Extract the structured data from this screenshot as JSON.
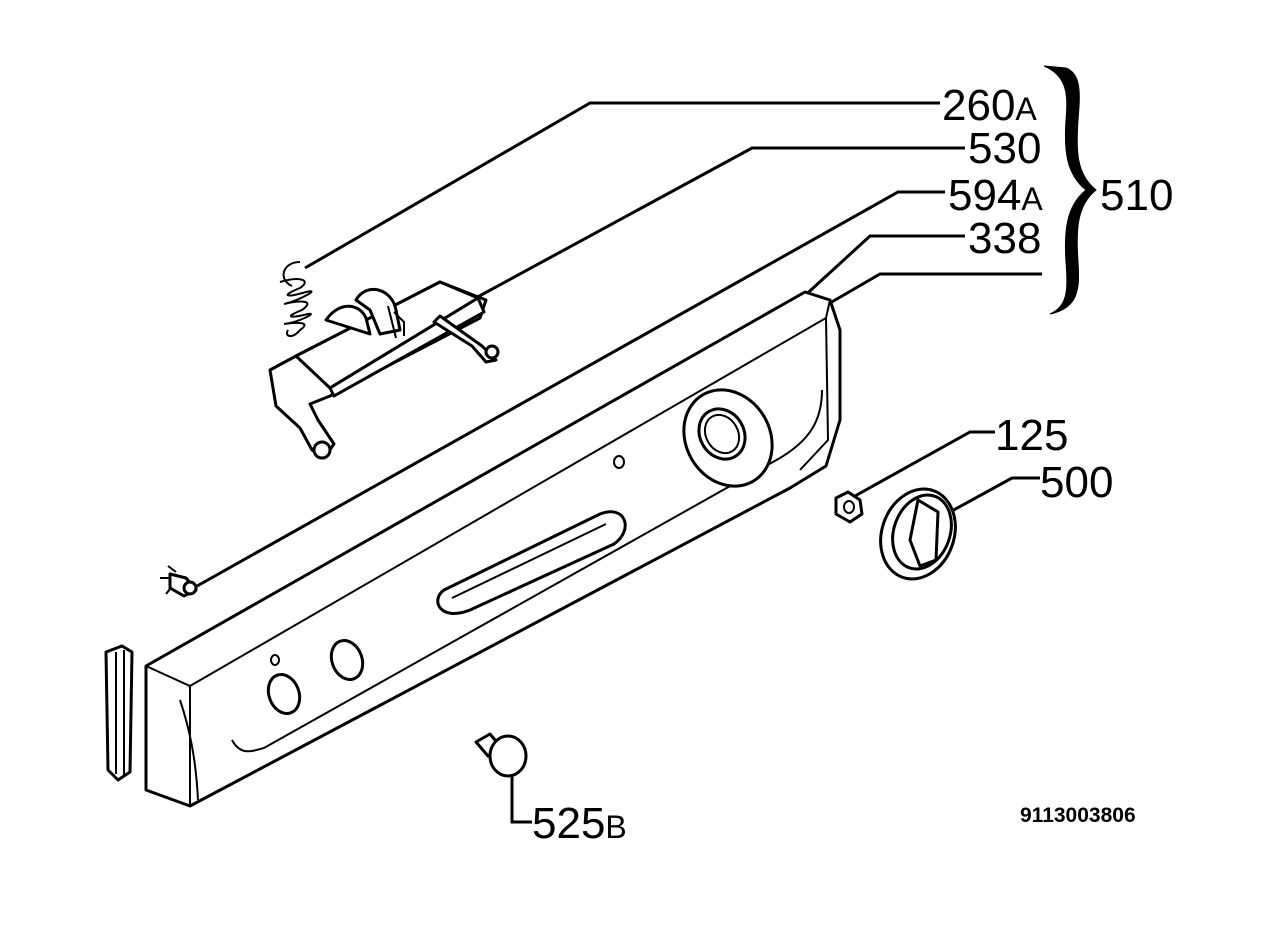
{
  "diagram": {
    "callouts": [
      {
        "id": "260A",
        "num": "260",
        "suffix": "A"
      },
      {
        "id": "530",
        "num": "530",
        "suffix": ""
      },
      {
        "id": "594A",
        "num": "594",
        "suffix": "A"
      },
      {
        "id": "338",
        "num": "338",
        "suffix": ""
      },
      {
        "id": "125",
        "num": "125",
        "suffix": ""
      },
      {
        "id": "500",
        "num": "500",
        "suffix": ""
      },
      {
        "id": "525B",
        "num": "525",
        "suffix": "B"
      }
    ],
    "group": {
      "label": "510"
    },
    "document_number": "9113003806"
  }
}
